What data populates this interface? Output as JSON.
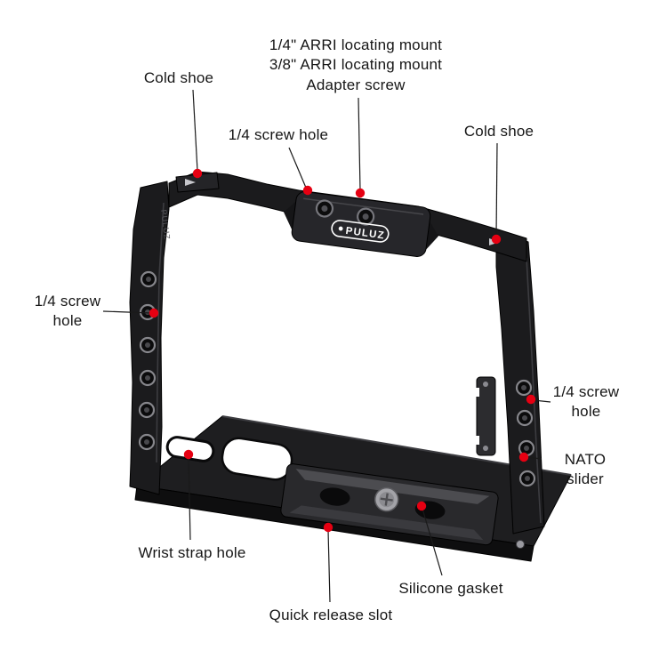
{
  "diagram": {
    "background": "#ffffff",
    "type": "annotated-product-diagram"
  },
  "product": {
    "brand": "PULUZ"
  },
  "colors": {
    "annotation_dot": "#e60012",
    "leader_line": "#1a1a1a",
    "cage_body": "#1b1b1d",
    "label_text": "#161616",
    "screw_silver": "#a3a3a8"
  },
  "annotations": [
    {
      "name": "adapter-screw-mount",
      "label": "1/4\" ARRI locating mount\n3/8\" ARRI locating mount\nAdapter screw"
    },
    {
      "name": "cold-shoe-top-left",
      "label": "Cold shoe"
    },
    {
      "name": "quarter-screw-hole-top",
      "label": "1/4 screw hole"
    },
    {
      "name": "cold-shoe-top-right",
      "label": "Cold shoe"
    },
    {
      "name": "quarter-screw-hole-left",
      "label": "1/4 screw\nhole"
    },
    {
      "name": "quarter-screw-hole-right",
      "label": "1/4 screw\nhole"
    },
    {
      "name": "nato-slider",
      "label": "NATO slider"
    },
    {
      "name": "wrist-strap-hole",
      "label": "Wrist strap hole"
    },
    {
      "name": "silicone-gasket",
      "label": "Silicone gasket"
    },
    {
      "name": "quick-release-slot",
      "label": "Quick release slot"
    }
  ]
}
